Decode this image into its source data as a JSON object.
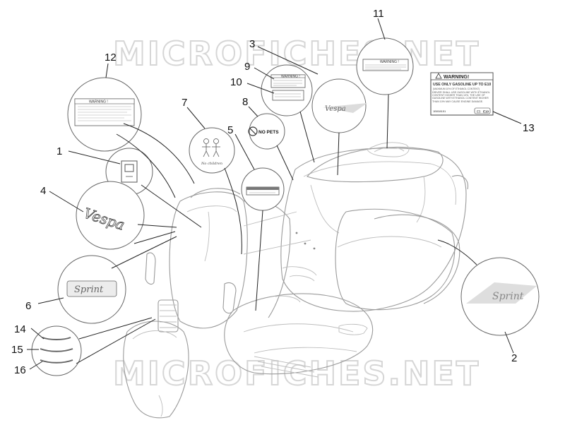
{
  "watermark": "MICROFICHES.NET",
  "callouts": [
    {
      "id": "c1",
      "label": "1"
    },
    {
      "id": "c2",
      "label": "2"
    },
    {
      "id": "c3",
      "label": "3"
    },
    {
      "id": "c4",
      "label": "4"
    },
    {
      "id": "c5",
      "label": "5"
    },
    {
      "id": "c6",
      "label": "6"
    },
    {
      "id": "c7",
      "label": "7"
    },
    {
      "id": "c8",
      "label": "8"
    },
    {
      "id": "c9",
      "label": "9"
    },
    {
      "id": "c10",
      "label": "10"
    },
    {
      "id": "c11",
      "label": "11"
    },
    {
      "id": "c12",
      "label": "12"
    },
    {
      "id": "c13",
      "label": "13"
    },
    {
      "id": "c14",
      "label": "14"
    },
    {
      "id": "c15",
      "label": "15"
    },
    {
      "id": "c16",
      "label": "16"
    }
  ],
  "decals": {
    "no_pets": "NO PETS",
    "warning_small": "WARNING !",
    "warning_12": "WARNING !",
    "warning_13_title": "WARNING!",
    "warning_13_line1": "USE ONLY GASOLINE UP TO E10",
    "warning_13_line2": "(MAXIMUM 10% OF ETHANOL CONTENT)",
    "warning_13_body": "DRIVER SHALL USE GASOLINE WITH ETHANOL CONTENT HIGHER THAN 10%. THE USE OF GASOLINE WITH ETHANOL CONTENT HIGHER THAN 10% MAY CAUSE ENGINE DAMAGE.",
    "warning_13_code": "1B008151",
    "warning_13_badge": "E10",
    "warning_13_badge_prefix": "E5",
    "brand_script": "Vespa",
    "model_script": "Sprint",
    "kids_caption": "No children"
  }
}
